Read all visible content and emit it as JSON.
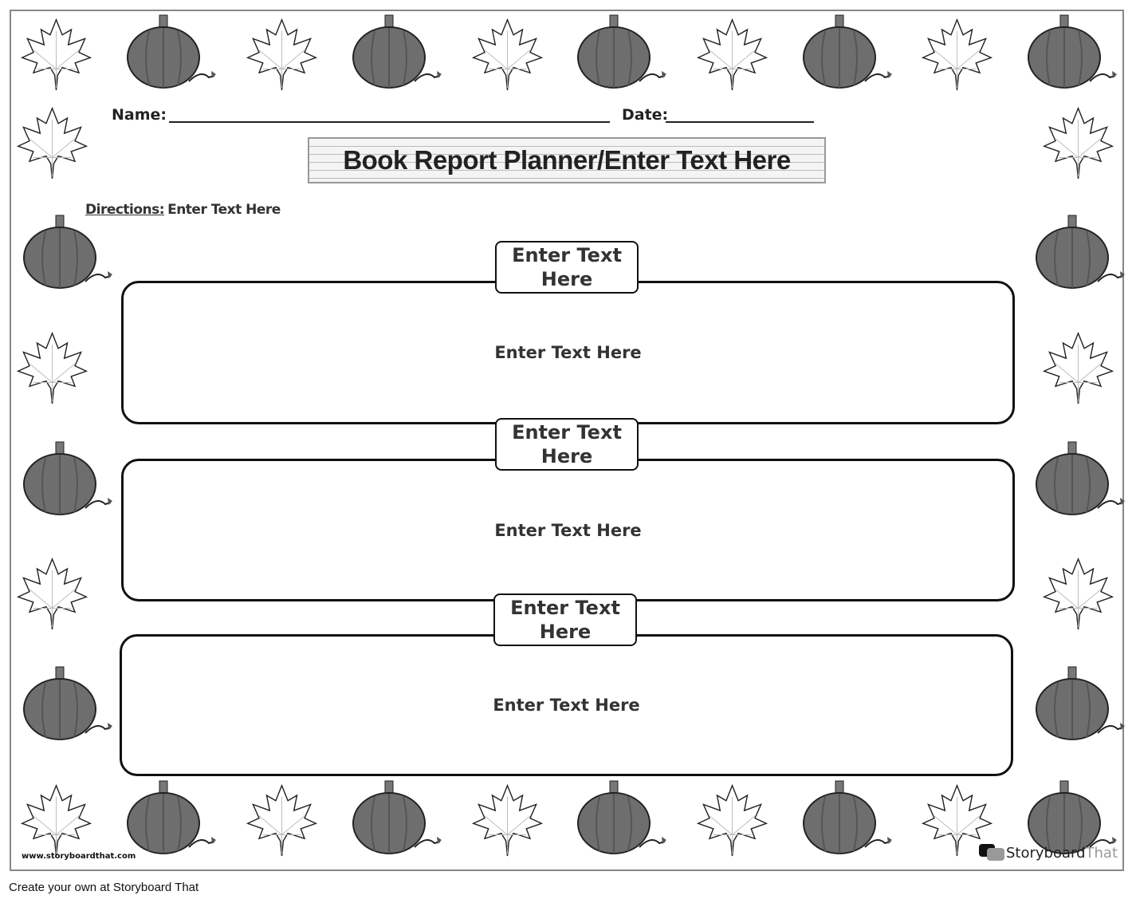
{
  "header": {
    "name_label": "Name:",
    "date_label": "Date:",
    "title": "Book Report Planner/Enter Text Here"
  },
  "directions": {
    "label": "Directions:",
    "text": "Enter Text Here"
  },
  "sections": [
    {
      "heading": "Enter Text Here",
      "body": "Enter Text Here"
    },
    {
      "heading": "Enter Text Here",
      "body": "Enter Text Here"
    },
    {
      "heading": "Enter Text Here",
      "body": "Enter Text Here"
    }
  ],
  "decorations": {
    "icons": [
      "maple-leaf-icon",
      "pumpkin-icon"
    ]
  },
  "branding": {
    "site": "www.storyboardthat.com",
    "logo_a": "Storyboard",
    "logo_b": "That",
    "footer": "Create your own at Storyboard That"
  }
}
